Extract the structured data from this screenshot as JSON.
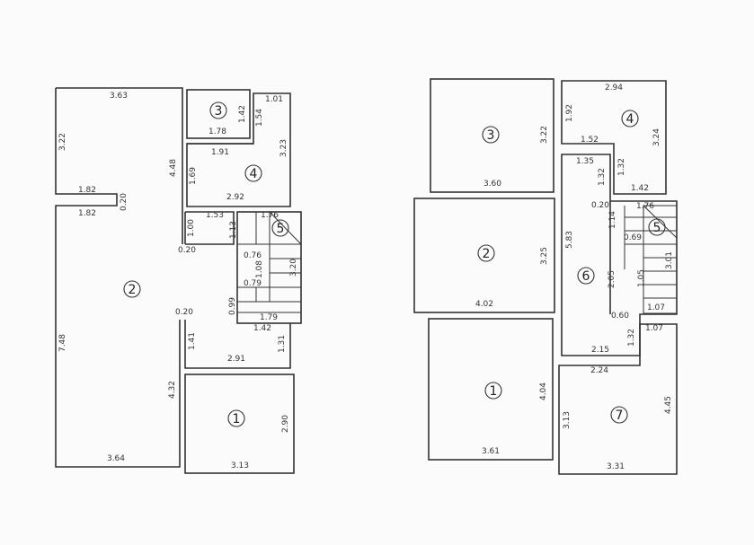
{
  "left_plan": {
    "rooms": [
      {
        "number": "1"
      },
      {
        "number": "2"
      },
      {
        "number": "3"
      },
      {
        "number": "4"
      },
      {
        "number": "5"
      }
    ],
    "dimensions": [
      "3.63",
      "3.22",
      "4.48",
      "1.82",
      "0.20",
      "1.82",
      "7.48",
      "3.64",
      "0.20",
      "0.20",
      "4.32",
      "1.42",
      "1.78",
      "1.01",
      "1.54",
      "3.23",
      "1.91",
      "1.69",
      "2.92",
      "1.00",
      "1.53",
      "1.13",
      "1.76",
      "0.76",
      "1.08",
      "3.20",
      "0.79",
      "0.99",
      "1.79",
      "1.42",
      "1.41",
      "1.31",
      "2.91",
      "2.90",
      "3.13"
    ]
  },
  "right_plan": {
    "rooms": [
      {
        "number": "3"
      },
      {
        "number": "2"
      },
      {
        "number": "1"
      },
      {
        "number": "4"
      },
      {
        "number": "6"
      },
      {
        "number": "5"
      },
      {
        "number": "7"
      }
    ],
    "dimensions": [
      "3.22",
      "3.60",
      "3.25",
      "4.02",
      "4.04",
      "3.61",
      "2.94",
      "1.92",
      "1.52",
      "3.24",
      "1.35",
      "1.32",
      "1.32",
      "1.42",
      "0.20",
      "1.76",
      "1.14",
      "0.69",
      "5.83",
      "2.05",
      "1.05",
      "3.01",
      "0.60",
      "1.07",
      "2.15",
      "1.32",
      "1.07",
      "2.24",
      "3.13",
      "4.45",
      "3.31"
    ]
  }
}
